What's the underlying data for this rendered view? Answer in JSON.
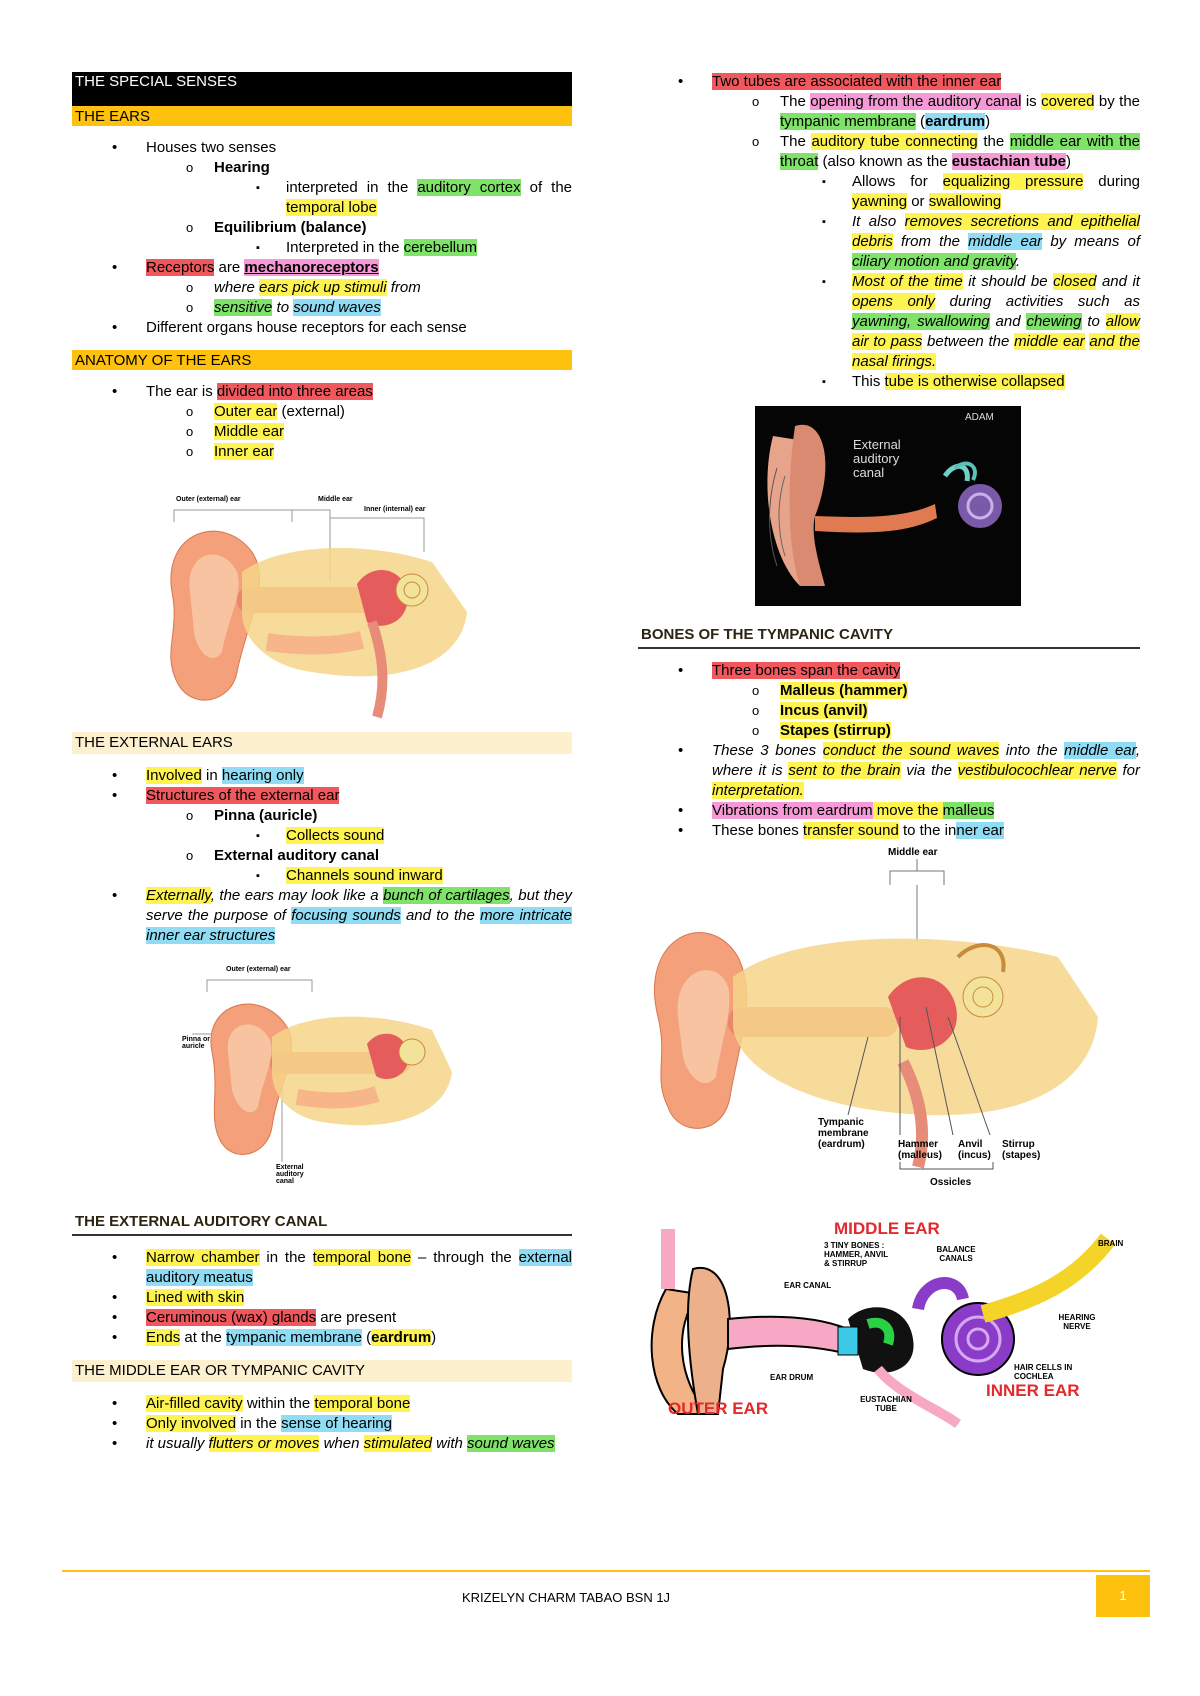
{
  "left": {
    "special_senses_title": "THE SPECIAL SENSES",
    "ears_title": "THE EARS",
    "ears": {
      "houses": "Houses two senses",
      "hearing": "Hearing",
      "hearing_a": "interpreted in the ",
      "auditory_cortex": "auditory cortex",
      "hearing_b": "of the ",
      "temporal_lobe": "temporal lobe",
      "equilibrium": "Equilibrium (balance)",
      "equilibrium_a": "Interpreted in the ",
      "cerebellum": "cerebellum",
      "receptors": "Receptors",
      "are": " are ",
      "mechanoreceptors": "mechanoreceptors",
      "where": "where ",
      "pick_up": "ears pick up stimuli",
      "from": " from",
      "sensitive": "sensitive",
      "to": " to ",
      "sound_waves": "sound waves",
      "different": "Different organs house receptors for each sense"
    },
    "anatomy_title": "ANATOMY OF THE EARS",
    "anatomy": {
      "ear_is": "The ear is ",
      "divided": "divided into three areas",
      "outer": "Outer ear",
      "external": " (external)",
      "middle": "Middle ear",
      "inner": "Inner ear"
    },
    "fig1_labels": {
      "outer": "Outer (external) ear",
      "middle": "Middle ear",
      "inner": "Inner (internal) ear"
    },
    "external_title": "THE EXTERNAL EARS",
    "external": {
      "involved": "Involved",
      "in": " in ",
      "hearing_only": "hearing only",
      "structures": "Structures of the external ear",
      "pinna": "Pinna (auricle)",
      "collects": "Collects sound",
      "eac": "External auditory canal",
      "channels": "Channels sound inward",
      "externally": "Externally",
      "look_like": ", the ears may look like a ",
      "bunch": "bunch of cartilages",
      "serve": ", but they serve the purpose of ",
      "focusing": "focusing sounds",
      "and_to": " and to the ",
      "more_intricate": "more intricate inner ear structures"
    },
    "fig2_labels": {
      "outer": "Outer (external) ear",
      "pinna": "Pinna or auricle",
      "eac": "External auditory canal"
    },
    "eac_title": "THE EXTERNAL AUDITORY CANAL",
    "eac": {
      "narrow": "Narrow chamber",
      "in_the": " in the ",
      "temporal_bone": "temporal bone",
      "through": " – through the ",
      "meatus": "external auditory meatus",
      "lined": "Lined with skin",
      "ceruminous": "Ceruminous (wax) glands",
      "present": " are present",
      "ends": "Ends",
      "at_the": " at the ",
      "tympanic": "tympanic membrane",
      "open": " (",
      "eardrum": "eardrum",
      "close": ")"
    },
    "middle_title": "THE MIDDLE EAR OR TYMPANIC CAVITY",
    "middle": {
      "air": "Air-filled cavity",
      "within": " within the ",
      "temporal_bone": "temporal bone",
      "only": "Only involved",
      "in_the": " in the ",
      "sense": "sense of hearing",
      "it_usually": "it usually ",
      "flutters": "flutters or moves",
      "when": " when ",
      "stimulated": "stimulated",
      "with": " with ",
      "sound_waves": "sound waves"
    }
  },
  "right": {
    "tubes": {
      "two_tubes": "Two tubes are associated with the inner ear",
      "the": "The ",
      "opening": "opening from the auditory canal",
      "is_covered": " is ",
      "covered": "covered",
      "by_the": " by the ",
      "tympanic": "tympanic membrane",
      "open": " (",
      "eardrum": "eardrum",
      "close": ")",
      "the2": "The ",
      "auditory_tube": "auditory tube connecting",
      "the3": " the ",
      "middle_ear": "middle ear with the throat",
      "also": " (also known as the ",
      "eustachian": "eustachian tube",
      "close2": ")",
      "allows": "Allows for ",
      "equalizing": "equalizing pressure",
      "during": " during ",
      "yawning": "yawning",
      "or": " or ",
      "swallowing": "swallowing",
      "it_also": "It also ",
      "removes": "removes secretions and epithelial debris",
      "from_the": " from the ",
      "middle_ear2": "middle ear",
      "by_means": " by means of ",
      "ciliary": "ciliary motion and gravity",
      "period": ".",
      "most": "Most of the time",
      "should_be": " it should be ",
      "closed": "closed",
      "and_it": " and it ",
      "opens_only": "opens only",
      "during_act": " during activities such as ",
      "yawning2": "yawning, swallowing",
      "and": " and ",
      "chewing": "chewing",
      "to": " to ",
      "allow_air": "allow air to pass",
      "between": " between the ",
      "middle_ear3": "middle ear",
      "nasal": "and the nasal firings.",
      "this": "This ",
      "collapsed": "tube is otherwise collapsed"
    },
    "fig_adam": {
      "label": "External auditory canal",
      "logo": "ADAM"
    },
    "bones_title": "BONES OF THE TYMPANIC CAVITY",
    "bones": {
      "three": "Three bones span the cavity",
      "malleus": "Malleus (hammer)",
      "incus": "Incus (anvil)",
      "stapes": "Stapes (stirrup)",
      "these3": "These 3 bones ",
      "conduct": "conduct the sound waves",
      "into_the": " into the ",
      "middle_ear": "middle ear",
      "where": ", where it is ",
      "sent": "sent to the brain",
      "via": " via the ",
      "nerve": "vestibulocochlear nerve",
      "for": " for ",
      "interpretation": "interpretation.",
      "vibrations": "Vibrations from eardrum",
      "move": " move the ",
      "malleus2": "malleus",
      "these": "These bones ",
      "transfer": "transfer sound",
      "to_the": " to the ",
      "in": "in",
      "ner_ear": "ner ear"
    },
    "fig4_labels": {
      "middle": "Middle ear",
      "tympanic": "Tympanic membrane (eardrum)",
      "hammer": "Hammer (malleus)",
      "anvil": "Anvil (incus)",
      "stirrup": "Stirrup (stapes)",
      "ossicles": "Ossicles"
    },
    "fig5_labels": {
      "middle_ear": "MIDDLE EAR",
      "tiny": "3 TINY BONES : HAMMER, ANVIL & STIRRUP",
      "balance": "BALANCE CANALS",
      "brain": "BRAIN",
      "ear_canal": "EAR CANAL",
      "hearing_nerve": "HEARING NERVE",
      "hair_cells": "HAIR CELLS IN COCHLEA",
      "ear_drum": "EAR DRUM",
      "eustachian": "EUSTACHIAN TUBE",
      "inner_ear": "INNER EAR",
      "outer_ear": "OUTER EAR"
    }
  },
  "footer": {
    "author": "KRIZELYN CHARM TABAO BSN 1J",
    "page": "1"
  },
  "colors": {
    "gold": "#fdc10e",
    "highlight_yellow": "#fff44f",
    "highlight_green": "#7fe36a",
    "highlight_red": "#f0585d",
    "highlight_blue": "#8fdcf4",
    "highlight_pink": "#f59ad6"
  }
}
